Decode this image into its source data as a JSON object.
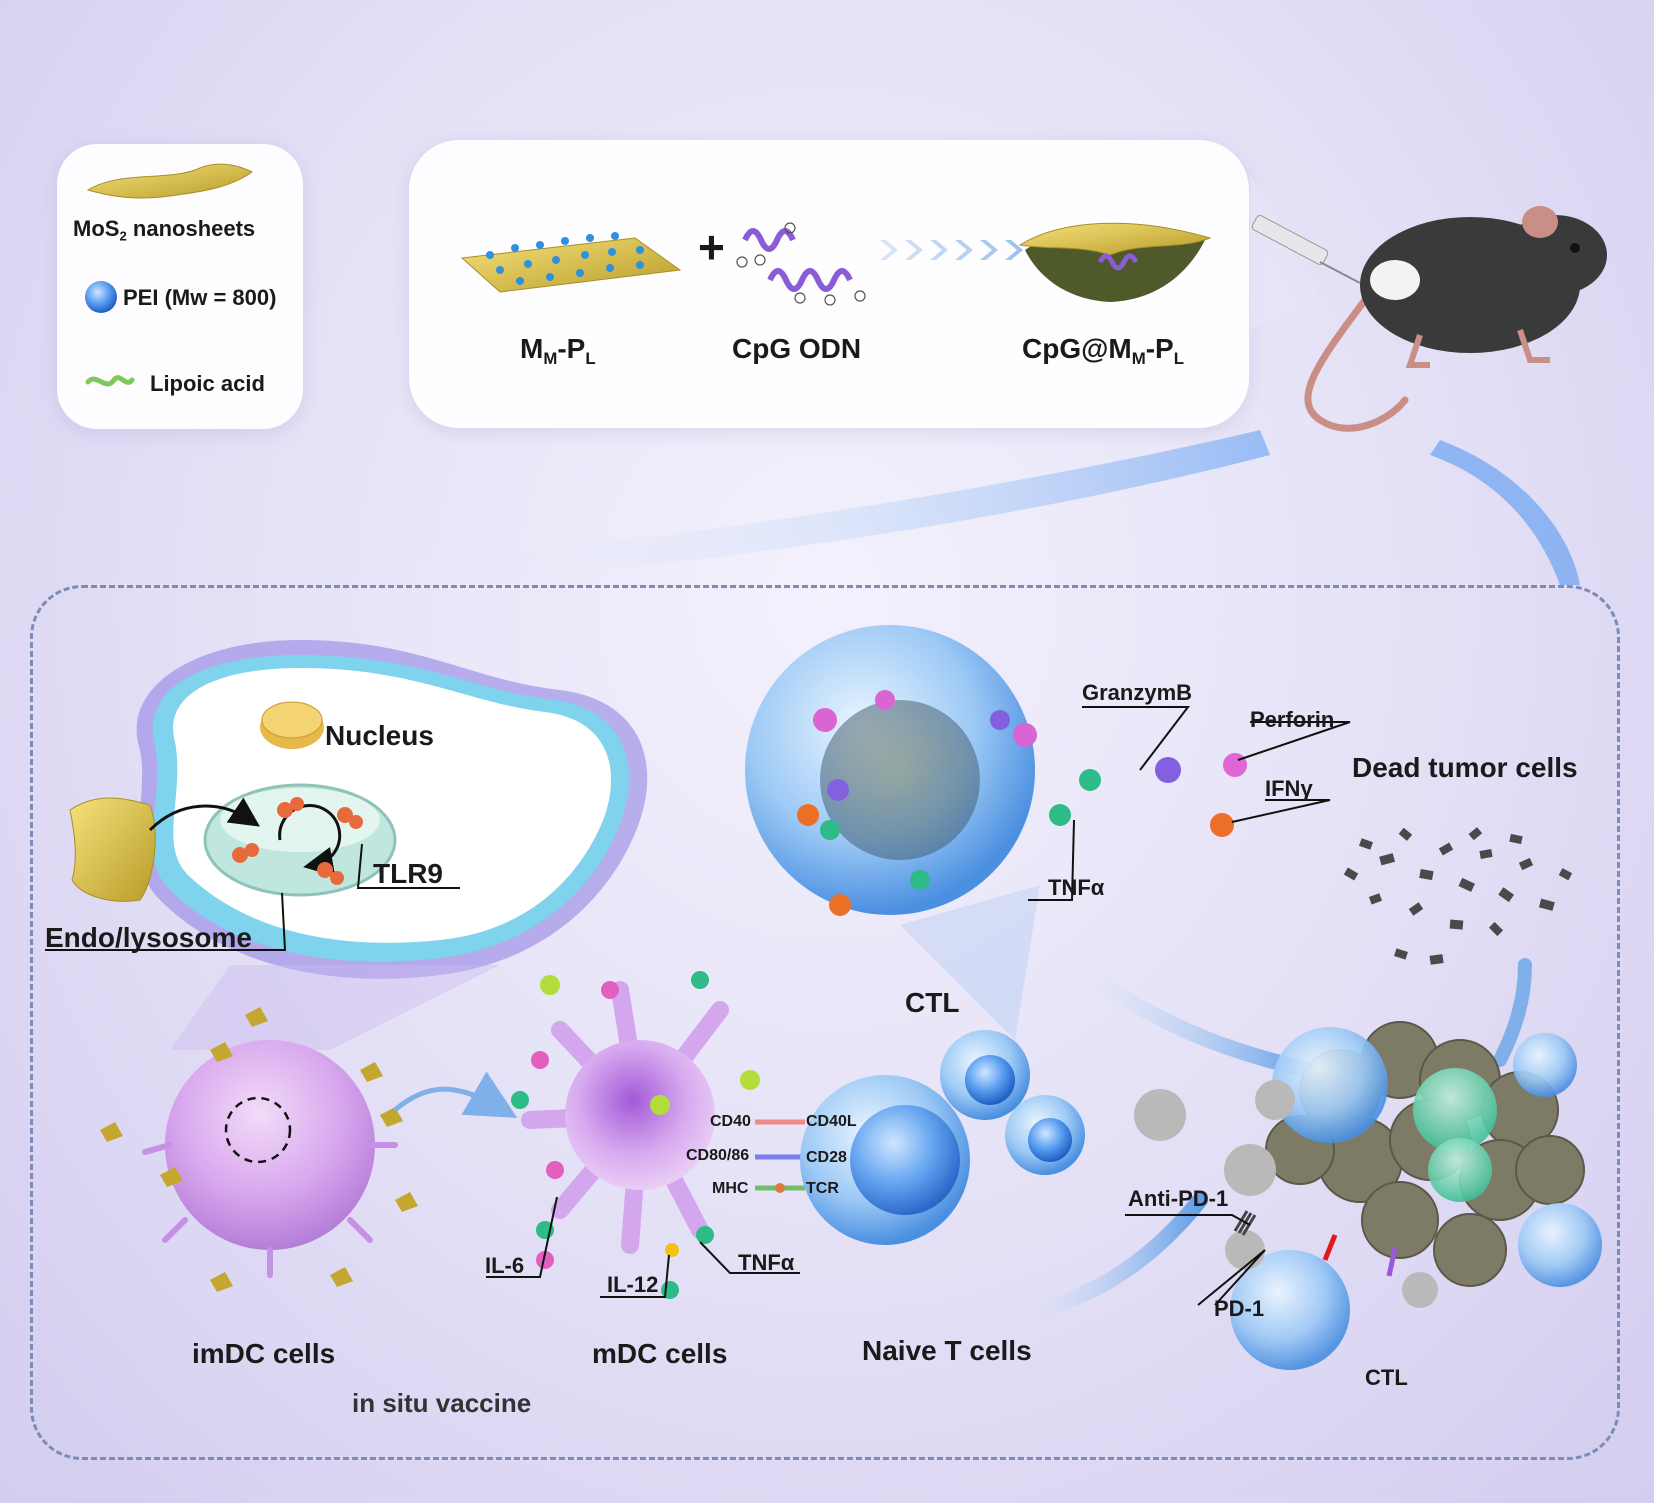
{
  "legend": {
    "mos2_main": "MoS",
    "mos2_sub": "2",
    "mos2_rest": " nanosheets",
    "pei": "PEI (Mw = 800)",
    "lipoic": "Lipoic acid"
  },
  "synthesis": {
    "mmpl_main": "M",
    "mmpl_sub1": "M",
    "mmpl_mid": "-P",
    "mmpl_sub2": "L",
    "plus": "+",
    "cpg_odn": "CpG ODN",
    "product_main": "CpG@M",
    "product_sub1": "M",
    "product_mid": "-P",
    "product_sub2": "L"
  },
  "cell": {
    "nucleus": "Nucleus",
    "tlr9": "TLR9",
    "endo": "Endo/lysosome"
  },
  "immune": {
    "granzym": "GranzymB",
    "perforin": "Perforin",
    "ifn": "IFNγ",
    "tnf_ctl": "TNFα",
    "ctl_top": "CTL",
    "dead_tumor": "Dead tumor cells",
    "cd40": "CD40",
    "cd40l": "CD40L",
    "cd80": "CD80/86",
    "cd28": "CD28",
    "mhc": "MHC",
    "tcr": "TCR",
    "il6": "IL-6",
    "il12": "IL-12",
    "tnf_mdc": "TNFα",
    "anti_pd1": "Anti-PD-1",
    "pd1": "PD-1",
    "ctl_bottom": "CTL"
  },
  "labels": {
    "imdc": "imDC cells",
    "mdc": "mDC cells",
    "naive": "Naive T cells",
    "vaccine": "in situ vaccine"
  },
  "colors": {
    "nanosheet": "#d9c14a",
    "pei": "#2f8fe0",
    "lipoic": "#7fc95a",
    "cpg": "#8a5cd6",
    "dc_purple": "#c896e6",
    "tcell_blue": "#4f8fe6",
    "frame_dash": "#7d8bb7"
  }
}
